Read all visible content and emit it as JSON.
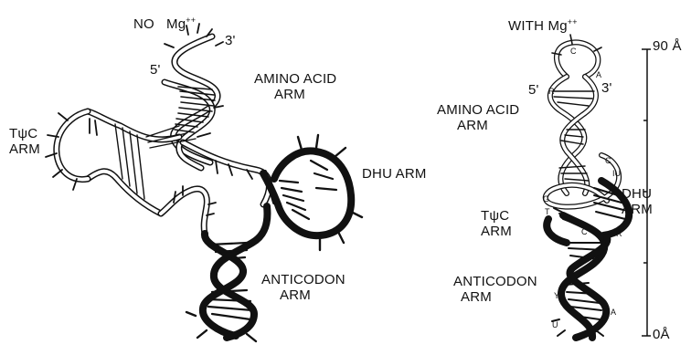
{
  "left_panel": {
    "title_prefix": "NO",
    "title_ion": "Mg",
    "title_charge": "++",
    "five_prime": "5'",
    "three_prime": "3'",
    "amino_acid_arm": [
      "AMINO ACID",
      "ARM"
    ],
    "tpsic_arm": [
      "TψC",
      "ARM"
    ],
    "dhu_arm": "DHU ARM",
    "anticodon_arm": [
      "ANTICODON",
      "ARM"
    ]
  },
  "right_panel": {
    "title_prefix": "WITH",
    "title_ion": "Mg",
    "title_charge": "++",
    "five_prime": "5'",
    "three_prime": "3'",
    "amino_acid_arm": [
      "AMINO ACID",
      "ARM"
    ],
    "dhu_arm": [
      "DHU",
      "ARM"
    ],
    "tpsic_arm": [
      "TψC",
      "ARM"
    ],
    "anticodon_arm": [
      "ANTICODON",
      "ARM"
    ],
    "residue_letters": [
      "C",
      "A",
      "R",
      "C",
      "IU",
      "G",
      "T",
      "C",
      "Y",
      "A",
      "U",
      "R"
    ]
  },
  "scale_bar": {
    "top_label": "90 Å",
    "bottom_label": "0Å"
  }
}
